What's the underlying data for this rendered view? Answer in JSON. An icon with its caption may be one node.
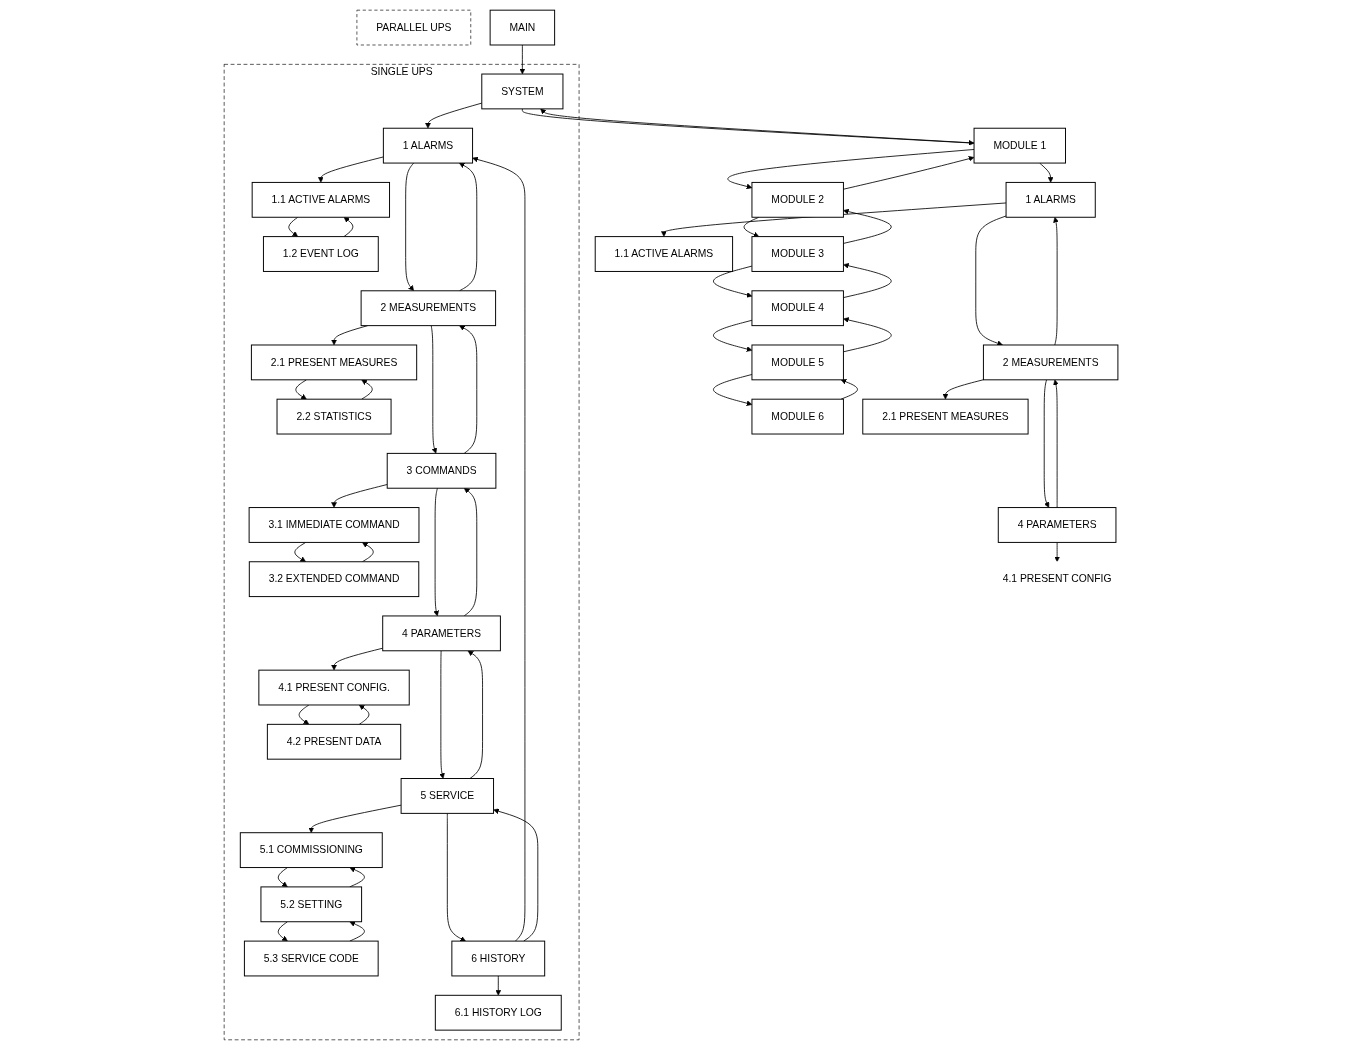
{
  "diagram": {
    "nodes": [
      {
        "text": [
          "PARALLEL UPS"
        ]
      },
      {
        "text": [
          "MAIN"
        ]
      },
      {
        "text": [
          "SINGLE UPS"
        ]
      },
      {
        "text": [
          "SYSTEM"
        ],
        "in": 2
      },
      {
        "text": [
          "1 ALARMS"
        ],
        "in": 2
      },
      {
        "text": [
          "1.1 ACTIVE ALARMS"
        ],
        "in": 2
      },
      {
        "text": [
          "1.2 EVENT LOG"
        ],
        "in": 2
      },
      {
        "text": [
          "2 MEASUREMENTS"
        ],
        "in": 2
      },
      {
        "text": [
          "2.1 PRESENT MEASURES"
        ],
        "in": 2
      },
      {
        "text": [
          "2.2 STATISTICS"
        ],
        "in": 2
      },
      {
        "text": [
          "3 COMMANDS"
        ],
        "in": 2
      },
      {
        "text": [
          "3.1 IMMEDIATE COMMAND"
        ],
        "in": 2
      },
      {
        "text": [
          "3.2 EXTENDED COMMAND"
        ],
        "in": 2
      },
      {
        "text": [
          "4 PARAMETERS"
        ],
        "in": 2
      },
      {
        "text": [
          "4.1 PRESENT CONFIG."
        ],
        "in": 2
      },
      {
        "text": [
          "4.2 PRESENT DATA"
        ],
        "in": 2
      },
      {
        "text": [
          "5 SERVICE"
        ],
        "in": 2
      },
      {
        "text": [
          "5.1 COMMISSIONING"
        ],
        "in": 2
      },
      {
        "text": [
          "5.2 SETTING"
        ],
        "in": 2
      },
      {
        "text": [
          "5.3 SERVICE CODE"
        ],
        "in": 2
      },
      {
        "text": [
          "6 HISTORY"
        ],
        "in": 2
      },
      {
        "text": [
          "6.1 HISTORY LOG"
        ],
        "in": 2
      },
      {
        "text": [
          "MODULE 1"
        ]
      },
      {
        "text": [
          "MODULE 2"
        ]
      },
      {
        "text": [
          "MODULE 3"
        ]
      },
      {
        "text": [
          "MODULE 4"
        ]
      },
      {
        "text": [
          "MODULE 5"
        ]
      },
      {
        "text": [
          "MODULE 6"
        ]
      },
      {
        "text": [
          "1 ALARMS"
        ]
      },
      {
        "text": [
          "2 MEASUREMENTS"
        ]
      },
      {
        "text": [
          "4 PARAMETERS"
        ]
      },
      {
        "text": [
          "1.1 ACTIVE ALARMS"
        ]
      },
      {
        "text": [
          "2.1 PRESENT MEASURES"
        ]
      },
      {
        "text": [
          "4.1 PRESENT CONFIG"
        ]
      }
    ],
    "edges": [
      {
        "from": 1,
        "to": 3,
        "arrow": "to"
      },
      {
        "from": 3,
        "to": 4,
        "arrow": "to"
      },
      {
        "from": 20,
        "to": 4,
        "arrow": "to"
      },
      {
        "from": 4,
        "to": 7,
        "arrow": "to"
      },
      {
        "from": 7,
        "to": 4,
        "arrow": "to"
      },
      {
        "from": 7,
        "to": 10,
        "arrow": "to"
      },
      {
        "from": 10,
        "to": 7,
        "arrow": "to"
      },
      {
        "from": 10,
        "to": 13,
        "arrow": "to"
      },
      {
        "from": 13,
        "to": 10,
        "arrow": "to"
      },
      {
        "from": 13,
        "to": 16,
        "arrow": "to"
      },
      {
        "from": 16,
        "to": 13,
        "arrow": "to"
      },
      {
        "from": 16,
        "to": 20,
        "arrow": "to"
      },
      {
        "from": 20,
        "to": 16,
        "arrow": "to"
      },
      {
        "from": 4,
        "to": 5,
        "arrow": "to"
      },
      {
        "from": 5,
        "to": 6,
        "arrow": "to"
      },
      {
        "from": 6,
        "to": 5,
        "arrow": "to"
      },
      {
        "from": 7,
        "to": 8,
        "arrow": "to"
      },
      {
        "from": 8,
        "to": 9,
        "arrow": "to"
      },
      {
        "from": 9,
        "to": 8,
        "arrow": "to"
      },
      {
        "from": 10,
        "to": 11,
        "arrow": "to"
      },
      {
        "from": 11,
        "to": 12,
        "arrow": "to"
      },
      {
        "from": 12,
        "to": 11,
        "arrow": "to"
      },
      {
        "from": 13,
        "to": 14,
        "arrow": "to"
      },
      {
        "from": 14,
        "to": 15,
        "arrow": "to"
      },
      {
        "from": 15,
        "to": 14,
        "arrow": "to"
      },
      {
        "from": 16,
        "to": 17,
        "arrow": "to"
      },
      {
        "from": 17,
        "to": 18,
        "arrow": "to"
      },
      {
        "from": 18,
        "to": 17,
        "arrow": "to"
      },
      {
        "from": 18,
        "to": 19,
        "arrow": "to"
      },
      {
        "from": 19,
        "to": 18,
        "arrow": "to"
      },
      {
        "from": 20,
        "to": 21,
        "arrow": "to"
      },
      {
        "from": 3,
        "to": 22,
        "arrow": "to"
      },
      {
        "from": 22,
        "to": 3,
        "arrow": "to"
      },
      {
        "from": 22,
        "to": 23,
        "arrow": "to"
      },
      {
        "from": 23,
        "to": 22,
        "arrow": "to"
      },
      {
        "from": 23,
        "to": 24,
        "arrow": "to"
      },
      {
        "from": 24,
        "to": 23,
        "arrow": "to"
      },
      {
        "from": 24,
        "to": 25,
        "arrow": "to"
      },
      {
        "from": 25,
        "to": 24,
        "arrow": "to"
      },
      {
        "from": 25,
        "to": 26,
        "arrow": "to"
      },
      {
        "from": 26,
        "to": 25,
        "arrow": "to"
      },
      {
        "from": 26,
        "to": 27,
        "arrow": "to"
      },
      {
        "from": 27,
        "to": 26,
        "arrow": "to"
      },
      {
        "from": 22,
        "to": 28,
        "arrow": "to"
      },
      {
        "from": 28,
        "to": 29,
        "arrow": "to"
      },
      {
        "from": 29,
        "to": 28,
        "arrow": "to"
      },
      {
        "from": 29,
        "to": 30,
        "arrow": "to"
      },
      {
        "from": 30,
        "to": 29,
        "arrow": "to"
      },
      {
        "from": 28,
        "to": 31,
        "arrow": "to"
      },
      {
        "from": 29,
        "to": 32,
        "arrow": "to"
      },
      {
        "from": 30,
        "to": 33,
        "arrow": "to"
      }
    ]
  }
}
